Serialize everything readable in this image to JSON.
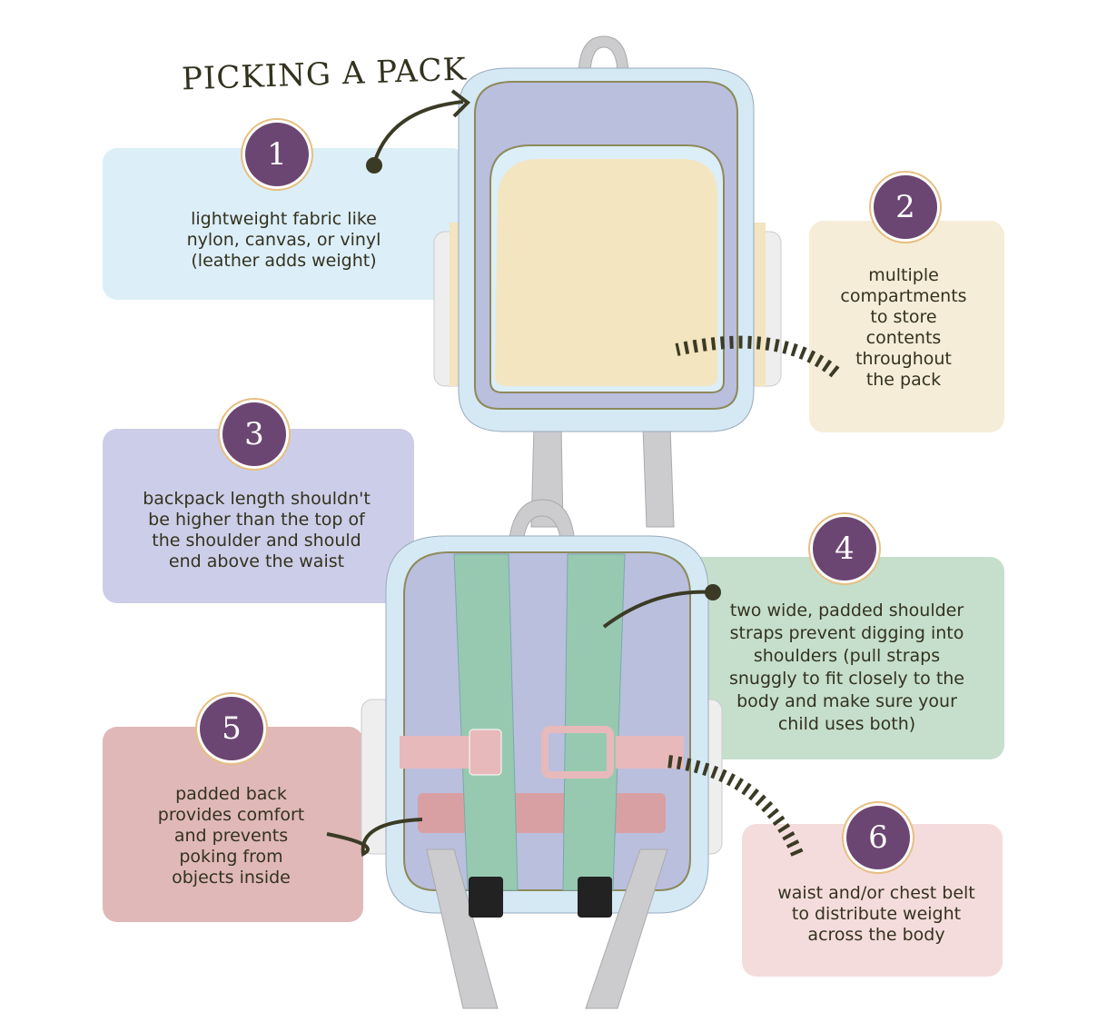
{
  "title": "PICKING A PACK",
  "tips": [
    {
      "number": "1",
      "text": "lightweight fabric like nylon, canvas, or vinyl (leather adds weight)"
    },
    {
      "number": "2",
      "text": "multiple compartments to store contents throughout the pack"
    },
    {
      "number": "3",
      "text": "backpack length shouldn't be higher than the top of the shoulder and should end above the waist"
    },
    {
      "number": "4",
      "text": "two wide, padded shoulder straps prevent digging into shoulders (pull straps snuggly to fit closely to the body and make sure your child uses both)"
    },
    {
      "number": "5",
      "text": "padded back provides comfort and prevents poking from objects inside"
    },
    {
      "number": "6",
      "text": "waist and/or chest belt to distribute weight across the body"
    }
  ],
  "colors": {
    "badge": "#6c4672",
    "box1": "#dceef8",
    "box2": "#f5edd8",
    "box3": "#cccde8",
    "box4": "#c5dfcc",
    "box5": "#e0b8b8",
    "box6": "#f5dcdc"
  }
}
